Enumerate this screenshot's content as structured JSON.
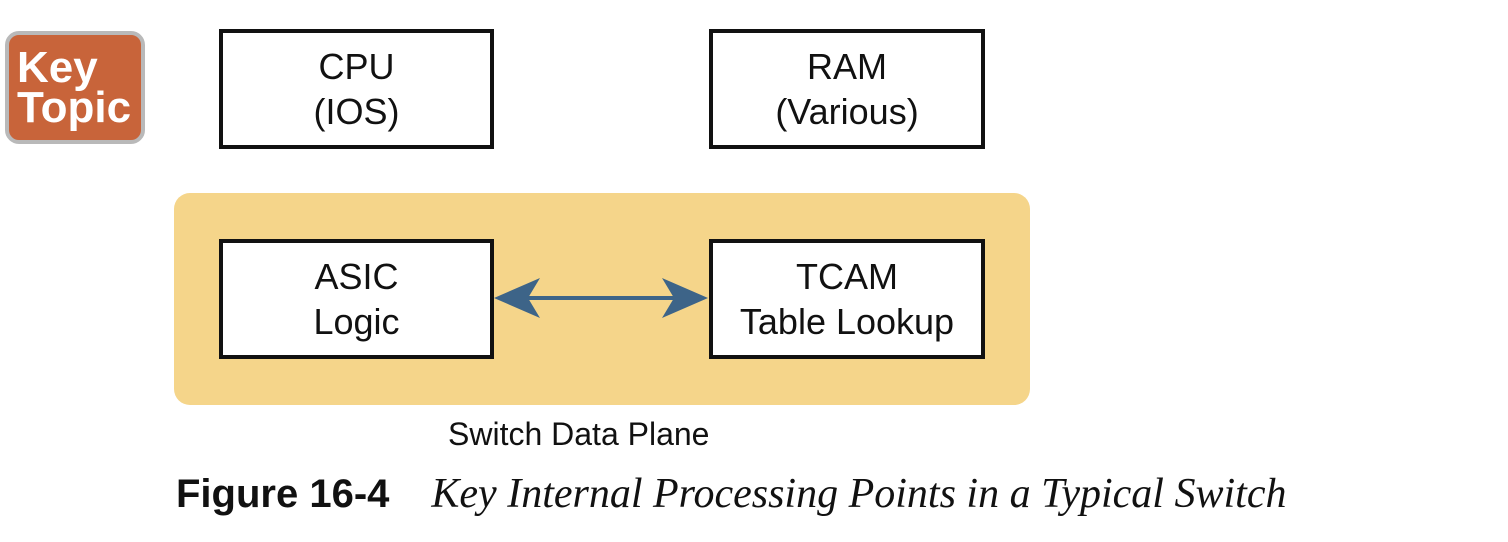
{
  "badge": {
    "line1": "Key",
    "line2": "Topic"
  },
  "cpu_box": {
    "line1": "CPU",
    "line2": "(IOS)"
  },
  "ram_box": {
    "line1": "RAM",
    "line2": "(Various)"
  },
  "asic_box": {
    "line1": "ASIC",
    "line2": "Logic"
  },
  "tcam_box": {
    "line1": "TCAM",
    "line2": "Table Lookup"
  },
  "data_plane": {
    "label": "Switch Data Plane",
    "color": "#f5d58a"
  },
  "arrow": {
    "color": "#3d6488",
    "direction": "bidirectional"
  },
  "caption": {
    "number": "Figure 16-4",
    "title": "Key Internal Processing Points in a Typical Switch"
  },
  "colors": {
    "badge": "#c8643a"
  }
}
